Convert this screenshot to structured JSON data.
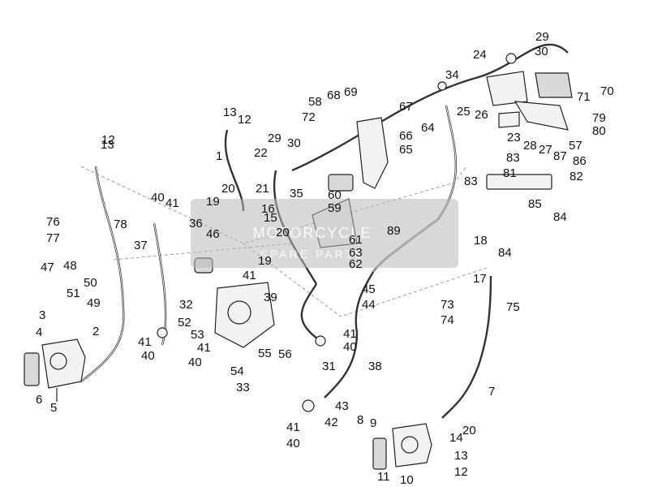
{
  "diagram": {
    "callouts": [
      "1",
      "2",
      "3",
      "4",
      "5",
      "6",
      "7",
      "8",
      "9",
      "10",
      "11",
      "12",
      "13",
      "14",
      "15",
      "16",
      "17",
      "18",
      "19",
      "20",
      "21",
      "22",
      "23",
      "24",
      "25",
      "26",
      "27",
      "28",
      "29",
      "30",
      "31",
      "32",
      "33",
      "34",
      "35",
      "36",
      "37",
      "38",
      "39",
      "40",
      "41",
      "42",
      "43",
      "44",
      "45",
      "46",
      "47",
      "48",
      "49",
      "50",
      "51",
      "52",
      "53",
      "54",
      "55",
      "56",
      "57",
      "58",
      "59",
      "60",
      "61",
      "62",
      "63",
      "64",
      "65",
      "66",
      "67",
      "68",
      "69",
      "70",
      "71",
      "72",
      "73",
      "74",
      "75",
      "76",
      "77",
      "78",
      "79",
      "80",
      "81",
      "82",
      "83",
      "84",
      "85",
      "86",
      "87",
      "89"
    ]
  },
  "watermark": {
    "title": "MOTORCYCLE",
    "subtitle": "SPARE PARTS"
  }
}
